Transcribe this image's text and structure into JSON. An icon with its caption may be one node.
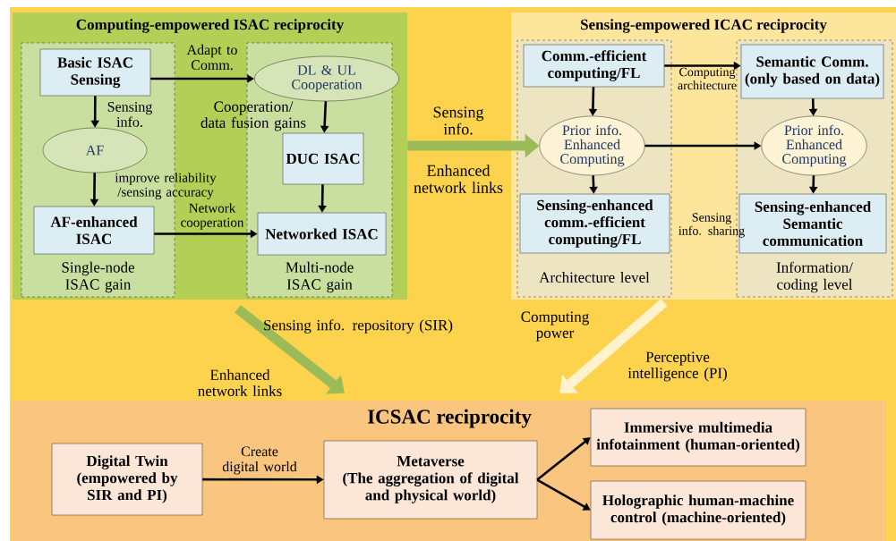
{
  "diagram": {
    "nodes": [
      {
        "text": [
          "Computing-empowered ISAC reciprocity"
        ]
      },
      {
        "text": [
          "Single-node ISAC gain"
        ],
        "in": 0
      },
      {
        "text": [
          "Basic ISAC Sensing"
        ],
        "in": 1
      },
      {
        "text": [
          "AF"
        ],
        "in": 1
      },
      {
        "text": [
          "AF-enhanced ISAC"
        ],
        "in": 1
      },
      {
        "text": [
          "Multi-node ISAC gain"
        ],
        "in": 0
      },
      {
        "text": [
          "DL & UL Cooperation"
        ],
        "in": 5
      },
      {
        "text": [
          "DUC ISAC"
        ],
        "in": 5
      },
      {
        "text": [
          "Networked ISAC"
        ],
        "in": 5
      },
      {
        "text": [
          "Sensing-empowered ICAC reciprocity"
        ]
      },
      {
        "text": [
          "Architecture level"
        ],
        "in": 9
      },
      {
        "text": [
          "Comm.-efficient computing/FL"
        ],
        "in": 10
      },
      {
        "text": [
          "Prior info. Enhanced Computing"
        ],
        "in": 10
      },
      {
        "text": [
          "Sensing-enhanced comm.-efficient computing/FL"
        ],
        "in": 10
      },
      {
        "text": [
          "Information/ coding level"
        ],
        "in": 9
      },
      {
        "text": [
          "Semantic Comm. (only based on data)"
        ],
        "in": 14
      },
      {
        "text": [
          "Prior info. Enhanced Computing"
        ],
        "in": 14
      },
      {
        "text": [
          "Sensing-enhanced Semantic communication"
        ],
        "in": 14
      },
      {
        "text": [
          "ICSAC reciprocity"
        ]
      },
      {
        "text": [
          "Digital Twin (empowered by SIR and PI)"
        ],
        "in": 18
      },
      {
        "text": [
          "Metaverse",
          "(The aggregation of digital and physical world)"
        ],
        "in": 18
      },
      {
        "text": [
          "Immersive multimedia infotainment (human-oriented)"
        ],
        "in": 18
      },
      {
        "text": [
          "Holographic human-machine control (machine-oriented)"
        ],
        "in": 18
      }
    ],
    "edges": [
      {
        "from": 2,
        "to": 3,
        "arrow": "to",
        "label": "Sensing info."
      },
      {
        "from": 3,
        "to": 4,
        "arrow": "to",
        "label": "improve reliability /sensing accuracy"
      },
      {
        "from": 2,
        "to": 6,
        "arrow": "to",
        "label": "Adapt to Comm."
      },
      {
        "from": 4,
        "to": 8,
        "arrow": "to",
        "label": "Network cooperation"
      },
      {
        "from": 6,
        "to": 7,
        "arrow": "to",
        "label": "Cooperation/ data fusion gains"
      },
      {
        "from": 7,
        "to": 8,
        "arrow": "to"
      },
      {
        "from": 0,
        "to": 12,
        "arrow": "to",
        "label": "Sensing info.",
        "style": "thick",
        "color": "#9bbb59"
      },
      {
        "from": 11,
        "to": 12,
        "arrow": "to"
      },
      {
        "from": 12,
        "to": 13,
        "arrow": "to"
      },
      {
        "from": 11,
        "to": 15,
        "arrow": "to",
        "label": "Computing architecture"
      },
      {
        "from": 15,
        "to": 16,
        "arrow": "to"
      },
      {
        "from": 16,
        "to": 17,
        "arrow": "to"
      },
      {
        "from": 12,
        "to": 16,
        "arrow": "to"
      },
      {
        "from": 0,
        "to": 18,
        "arrow": "to",
        "label": "Sensing info. repository (SIR)",
        "style": "thick",
        "color": "#9bbb59"
      },
      {
        "from": 9,
        "to": 18,
        "arrow": "to",
        "label": "Perceptive intelligence (PI)",
        "style": "thick",
        "color": "#fff2cc"
      },
      {
        "from": 19,
        "to": 20,
        "arrow": "to",
        "label": "Create digital world"
      },
      {
        "from": 20,
        "to": 21,
        "arrow": "to"
      },
      {
        "from": 20,
        "to": 22,
        "arrow": "to"
      }
    ],
    "labels": [
      "Enhanced network links",
      "Sensing info. sharing",
      "Computing power",
      "Enhanced network links"
    ]
  }
}
